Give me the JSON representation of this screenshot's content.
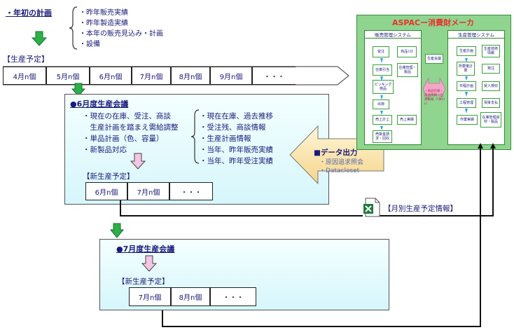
{
  "initial_plan": {
    "title": "・年初の計画",
    "items": [
      "・昨年販売実績",
      "・昨年製造実績",
      "・本年の販売見込み・計画",
      "・設備"
    ]
  },
  "production_schedule": {
    "label": "【生産予定】",
    "months": [
      "4月n個",
      "5月n個",
      "6月n個",
      "7月n個",
      "8月n個",
      "9月n個",
      "・・・"
    ]
  },
  "june_meeting": {
    "title": "●6月度生産会議",
    "left_items": [
      "・現在の在庫、受注、商談",
      "　生産計画を踏まえ需給調整",
      "・単品計画（色、容量）",
      "・新製品対応"
    ],
    "right_items": [
      "・現在在庫、過去推移",
      "・受注残、商談情報",
      "・生産計画情報",
      "・当年、昨年販売実績",
      "・当年、昨年受注実績"
    ],
    "new_schedule_label": "【新生産予定】",
    "new_schedule": [
      "6月n個",
      "7月n個",
      "・・・"
    ]
  },
  "data_output": {
    "title": "■データ出力",
    "items": [
      "・原因追求照会",
      "・Datacloset"
    ]
  },
  "monthly_info_label": "【月別生産予定情報】",
  "july_meeting": {
    "title": "●7月度生産会議",
    "new_schedule_label": "【新生産予定】",
    "new_schedule": [
      "7月n個",
      "8月n個",
      "・・・"
    ]
  },
  "aspac": {
    "title": "ASPACー消費財メーカ",
    "sales_system": {
      "title": "販売管理システム",
      "boxes": [
        "受注",
        "商品ﾏｽﾀ",
        "在庫引当",
        "在庫管理・製品",
        "ピッキング検品",
        "出荷",
        "売上計上",
        "売上実績",
        "売掛金請求・回収"
      ]
    },
    "middle": {
      "meeting": "生産会議",
      "flow_text": "・商品在庫・部品情報・出荷情報（ﾘｱﾙﾀｲﾑ）"
    },
    "production_system": {
      "title": "生産管理システム",
      "boxes": [
        "生産計画",
        "生産技術情報",
        "所要量計算",
        "発注",
        "日程計画",
        "受入検収",
        "工程管理",
        "買掛支払",
        "作業実績",
        "在庫管理資材・製品"
      ]
    }
  },
  "colors": {
    "arrow_green": "#2db04a",
    "arrow_pink": "#f4c6e6",
    "panel_cyan": "#d6f6fb",
    "aspac_green": "#8fd48f",
    "title_red": "#e8322f",
    "text_navy": "#1a1a7a"
  },
  "icons": [
    "down-arrow-icon",
    "excel-icon",
    "left-arrow-icon",
    "right-arrow-icon"
  ]
}
